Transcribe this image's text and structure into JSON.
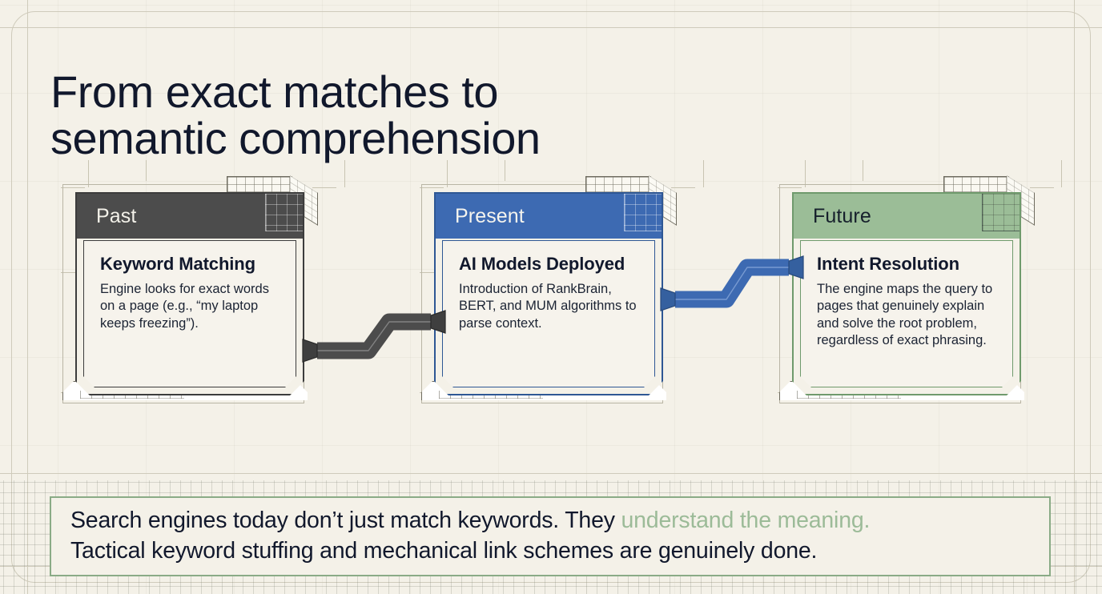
{
  "headline": {
    "line1": "From exact matches to",
    "line2": "semantic comprehension"
  },
  "colors": {
    "page_background": "#f4f1e8",
    "text": "#11182c",
    "past_header": "#4c4c4c",
    "present_header": "#3d6ab2",
    "future_header": "#9bbd97",
    "banner_border": "#8aab86",
    "banner_highlight": "#9cbb98",
    "frame_line": "#cfcbbb"
  },
  "timeline": {
    "stages": [
      {
        "id": "past",
        "header": "Past",
        "title": "Keyword Matching",
        "description": "Engine looks for exact words on a page (e.g., “my laptop keeps freezing”)."
      },
      {
        "id": "present",
        "header": "Present",
        "title": "AI Models Deployed",
        "description": "Introduction of RankBrain, BERT, and MUM algorithms to parse context."
      },
      {
        "id": "future",
        "header": "Future",
        "title": "Intent Resolution",
        "description": "The engine maps the query to pages that genuinely explain and solve the root problem, regardless of exact phrasing."
      }
    ],
    "connectors": [
      {
        "id": "past-to-present",
        "from": "past",
        "to": "present",
        "color": "#4c4c4c"
      },
      {
        "id": "present-to-future",
        "from": "present",
        "to": "future",
        "color": "#3d6ab2"
      }
    ]
  },
  "banner": {
    "line1_lead": "Search engines today don’t just match keywords. They ",
    "line1_highlight": "understand the meaning.",
    "line2": "Tactical keyword stuffing and mechanical link schemes are genuinely done."
  }
}
